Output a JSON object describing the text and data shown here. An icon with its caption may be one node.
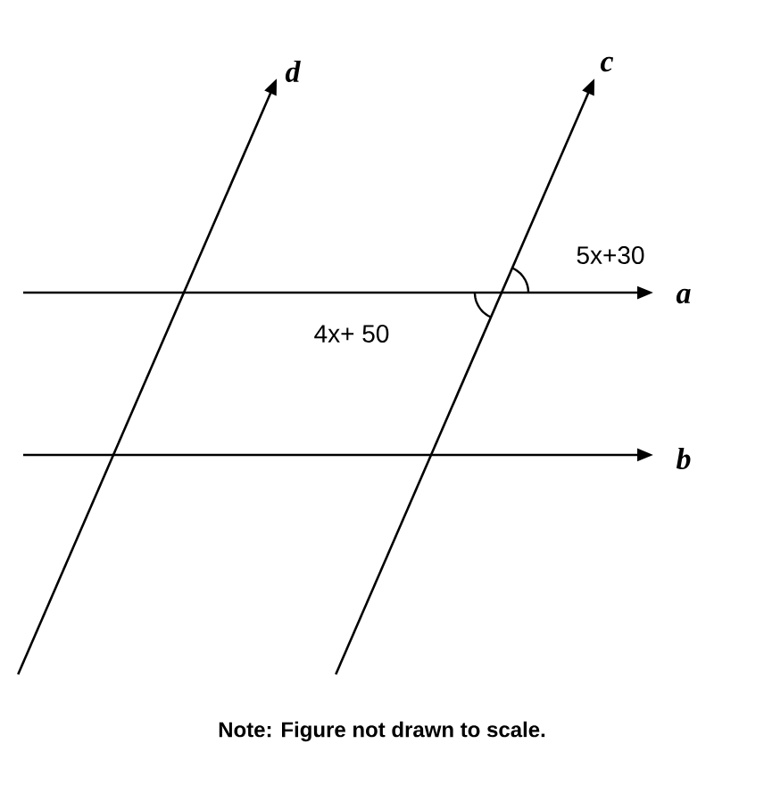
{
  "diagram": {
    "caption": "Note: Figure not drawn to scale.",
    "labels": [
      "d",
      "c",
      "5x+30",
      "a",
      "4x+ 50",
      "b"
    ]
  }
}
